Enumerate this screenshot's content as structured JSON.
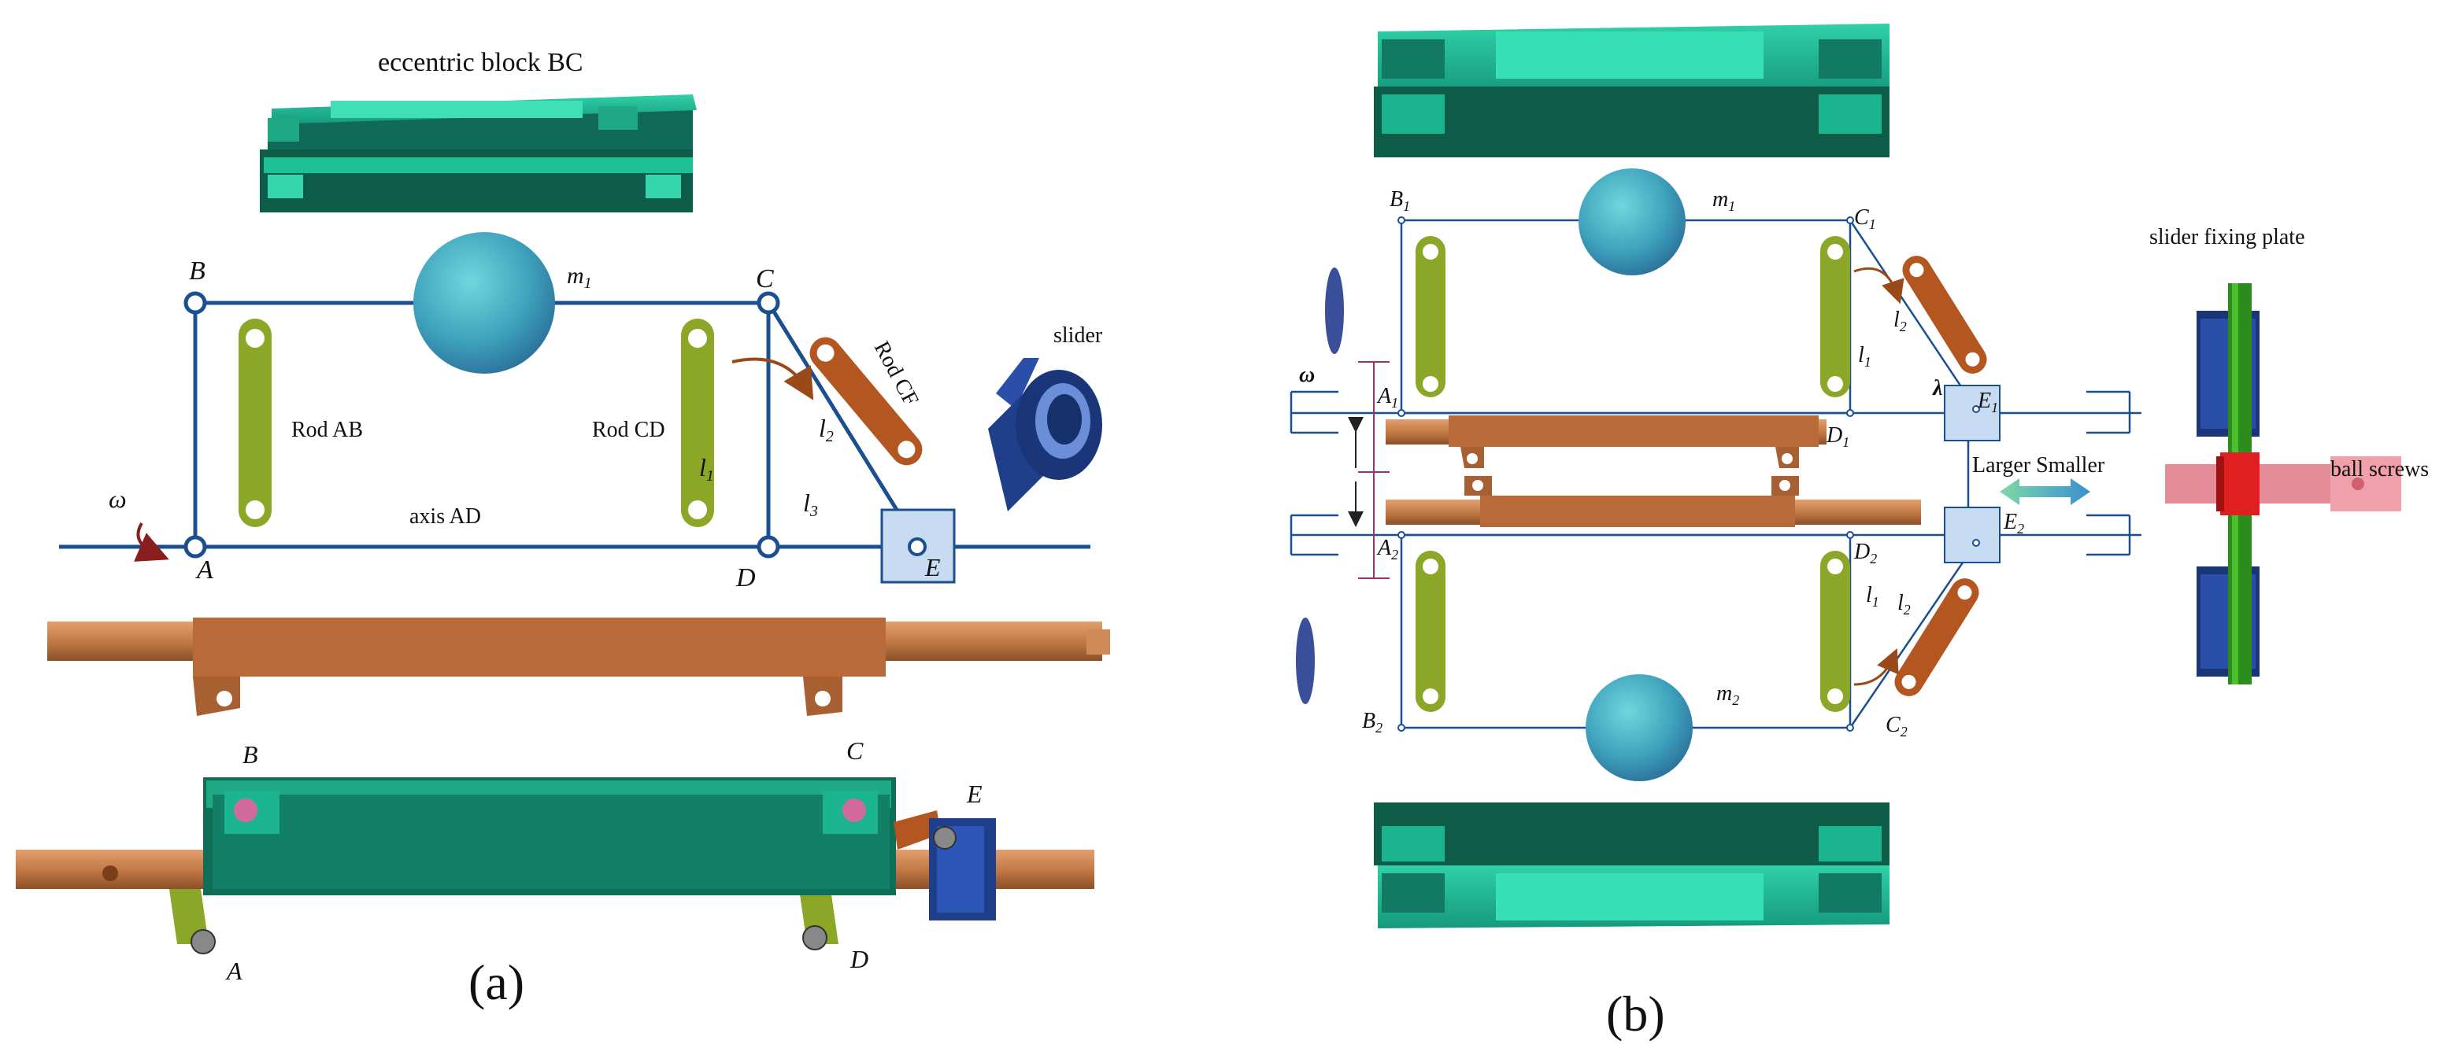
{
  "panel_a": {
    "title": "eccentric block BC",
    "pt_B": "B",
    "pt_C": "C",
    "pt_A": "A",
    "pt_D": "D",
    "pt_E": "E",
    "mass": "m",
    "mass_sub": "1",
    "omega": "ω",
    "rod_ab": "Rod AB",
    "rod_cd": "Rod CD",
    "rod_cf": "Rod CF",
    "slider": "slider",
    "axis": "axis AD",
    "l1": "l",
    "l1_sub": "1",
    "l2": "l",
    "l2_sub": "2",
    "l3": "l",
    "l3_sub": "3",
    "asm_B": "B",
    "asm_C": "C",
    "asm_E": "E",
    "asm_A": "A",
    "asm_D": "D",
    "caption": "(a)"
  },
  "panel_b": {
    "B1": "B",
    "B1_sub": "1",
    "C1": "C",
    "C1_sub": "1",
    "A1": "A",
    "A1_sub": "1",
    "D1": "D",
    "D1_sub": "1",
    "E1": "E",
    "E1_sub": "1",
    "E2": "E",
    "E2_sub": "2",
    "A2": "A",
    "A2_sub": "2",
    "D2": "D",
    "D2_sub": "2",
    "B2": "B",
    "B2_sub": "2",
    "C2": "C",
    "C2_sub": "2",
    "m1": "m",
    "m1_sub": "1",
    "m2": "m",
    "m2_sub": "2",
    "l1_top": "l",
    "l1_top_sub": "1",
    "l2_top": "l",
    "l2_top_sub": "2",
    "l1_bot": "l",
    "l1_bot_sub": "1",
    "l2_bot": "l",
    "l2_bot_sub": "2",
    "lambda": "λ",
    "omega": "ω",
    "larger_smaller": "Larger Smaller",
    "slider_fixing_plate": "slider fixing plate",
    "ball_screws": "ball screws",
    "caption": "(b)"
  },
  "colors": {
    "link_blue": "#1b4f8f",
    "block_green": "#1aa88a",
    "rod_green": "#8ca628",
    "rod_brown": "#b4561f",
    "shaft_copper": "#c47a45",
    "slider_navy": "#1f3f8a",
    "slider_box": "#c7dcf2",
    "plate_green": "#2c8c1c",
    "screw_pink": "#e68c98",
    "arrow_red": "#8a1e1e"
  }
}
